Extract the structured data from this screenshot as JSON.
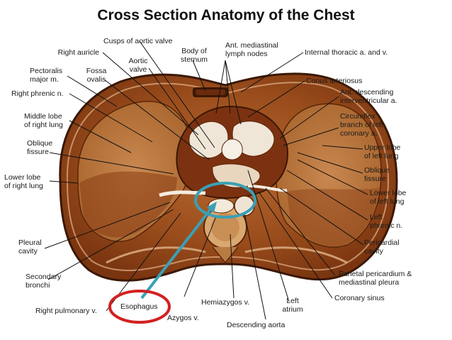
{
  "title": "Cross Section Anatomy of the Chest",
  "colors": {
    "highlight_circle": "#d32020",
    "pointer_arrow": "#3aa0b5",
    "tissue_dark": "#6b2a0e",
    "tissue_light": "#c9894f"
  },
  "labels": {
    "cusps_aortic_valve": "Cusps of aortic valve",
    "right_auricle": "Right auricle",
    "aortic_valve": "Aortic\nvalve",
    "body_of_sternum": "Body of\nsternum",
    "ant_mediastinal_lymph": "Ant. mediastinal\nlymph nodes",
    "internal_thoracic": "Internal thoracic a. and v.",
    "pectoralis_major": "Pectoralis\nmajor m.",
    "fossa_ovalis": "Fossa\novalis",
    "conus_arteriosus": "Conus arteriosus",
    "right_phrenic": "Right phrenic n.",
    "ant_descending": "Ant. descending\ninterventricular a.",
    "middle_lobe": "Middle lobe\nof right lung",
    "circumflex": "Circumflex\nbranch of left\ncoronary a.",
    "oblique_fissure_r": "Oblique\nfissure",
    "upper_lobe_left": "Upper lobe\nof left lung",
    "oblique_fissure_l": "Oblique\nfissure",
    "lower_lobe_right": "Lower lobe\nof right lung",
    "lower_lobe_left": "Lower lobe\nof left lung",
    "left_phrenic": "Left\nphrenic n.",
    "pleural_cavity": "Pleural\ncavity",
    "pericardial_cavity": "Pericardial\ncavity",
    "secondary_bronchi": "Secondary\nbronchi",
    "parietal_pericardium": "Parietal pericardium &\nmediastinal pleura",
    "coronary_sinus": "Coronary sinus",
    "right_pulmonary": "Right pulmonary v.",
    "esophagus": "Esophagus",
    "hemiazygos": "Hemiazygos v.",
    "left_atrium": "Left\natrium",
    "azygos": "Azygos v.",
    "descending_aorta": "Descending aorta"
  }
}
